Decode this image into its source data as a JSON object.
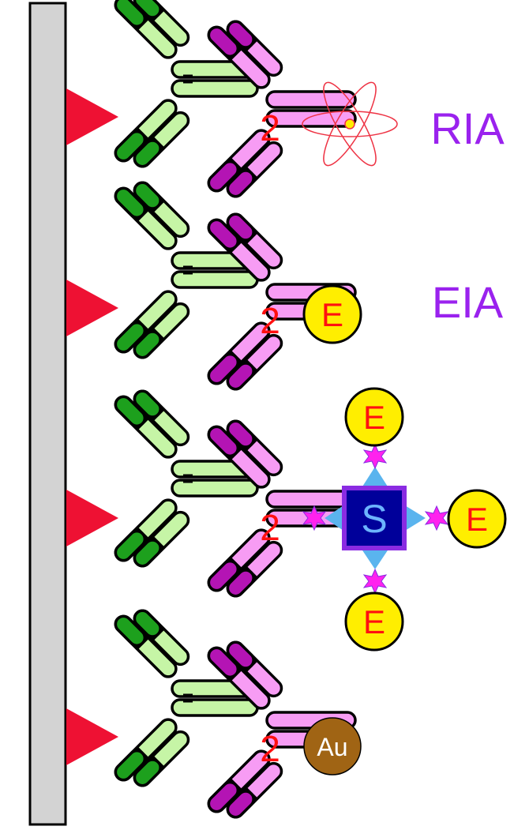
{
  "colors": {
    "surface_fill": "#d3d3d3",
    "antigen": "#ee1133",
    "primary_ab_light": "#c6f5a6",
    "primary_ab_dark": "#1da01d",
    "secondary_ab_light": "#f79cf4",
    "secondary_ab_dark": "#b414b4",
    "method_text": "#9a22ee",
    "label_red": "#ff1010",
    "enzyme_fill": "#ffee00",
    "streptavidin_fill": "#00009a",
    "streptavidin_border": "#8a2be2",
    "streptavidin_text": "#6cb4ff",
    "arrow_fill": "#5ab4ee",
    "biotin_star": "#ff22ee",
    "gold_fill": "#a06414",
    "gold_text": "#ffffff",
    "isotope": "#ee3344",
    "isotope_nucleus": "#ffee00"
  },
  "icons": {
    "surface": "solid-phase-surface-icon",
    "antigen": "antigen-triangle-icon",
    "primary_antibody": "primary-antibody-icon",
    "secondary_antibody": "secondary-antibody-icon",
    "isotope": "radioactive-atom-icon",
    "enzyme": "enzyme-circle-icon",
    "streptavidin": "streptavidin-square-icon",
    "biotin": "biotin-star-icon",
    "gold": "gold-particle-icon"
  },
  "panels": [
    {
      "secondary_label": "2",
      "method_label": "RIA",
      "tag": "isotope"
    },
    {
      "secondary_label": "2",
      "method_label": "EIA",
      "tag": "enzyme",
      "tag_label": "E"
    },
    {
      "secondary_label": "2",
      "tag": "streptavidin-biotin",
      "tag_label": "S",
      "enzyme_labels": [
        "E",
        "E",
        "E"
      ]
    },
    {
      "secondary_label": "2",
      "tag": "gold",
      "tag_label": "Au"
    }
  ]
}
